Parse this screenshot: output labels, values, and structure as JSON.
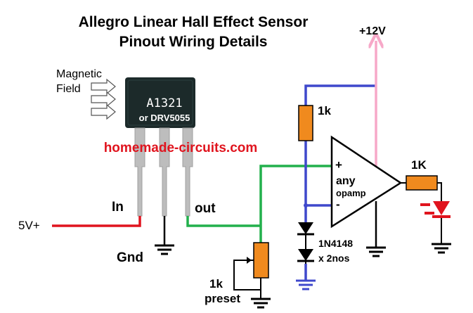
{
  "title": {
    "line1": "Allegro Linear Hall Effect Sensor",
    "line2": "Pinout Wiring Details"
  },
  "sensor": {
    "part": "A1321",
    "alt_part": "or DRV5055",
    "field_label_1": "Magnetic",
    "field_label_2": "Field",
    "body_color": "#1c2a2a",
    "pin_color": "#bdbdbd"
  },
  "watermark": "homemade-circuits.com",
  "labels": {
    "supply": "5V+",
    "in": "In",
    "gnd": "Gnd",
    "out": "out",
    "vcc": "+12V",
    "r1": "1k",
    "r2": "1K",
    "preset_value": "1k",
    "preset": "preset",
    "plus": "+",
    "minus": "-",
    "opamp_1": "any",
    "opamp_2": "opamp",
    "diode_1": "1N4148",
    "diode_2": "x 2nos"
  },
  "colors": {
    "wire_red": "#e0141e",
    "wire_green": "#22b04c",
    "wire_blue": "#3f48cc",
    "wire_pink": "#f7a8c8",
    "resistor": "#f08a1e",
    "led": "#e0141e",
    "watermark": "#e0141e"
  }
}
